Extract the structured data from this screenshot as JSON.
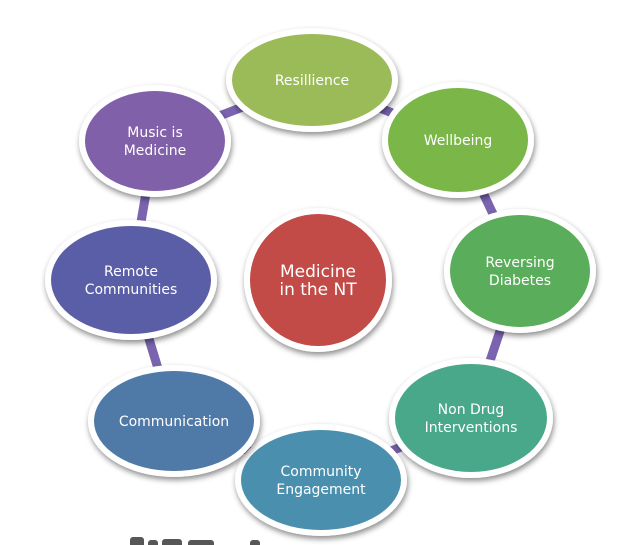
{
  "diagram": {
    "center": {
      "lines": [
        "Medicine",
        "in the NT"
      ],
      "color": "#c24a47"
    },
    "ring_color": "#7a64b0",
    "nodes": [
      {
        "id": "resillience",
        "lines": [
          "Resillience"
        ],
        "color": "#9bbb59"
      },
      {
        "id": "wellbeing",
        "lines": [
          "Wellbeing"
        ],
        "color": "#7ab648"
      },
      {
        "id": "reversing-diabetes",
        "lines": [
          "Reversing",
          "Diabetes"
        ],
        "color": "#5aad5a"
      },
      {
        "id": "non-drug-interventions",
        "lines": [
          "Non Drug",
          "Interventions"
        ],
        "color": "#4aa88a"
      },
      {
        "id": "community-engagement",
        "lines": [
          "Community",
          "Engagement"
        ],
        "color": "#4a8fae"
      },
      {
        "id": "communication",
        "lines": [
          "Communication"
        ],
        "color": "#4f79a7"
      },
      {
        "id": "remote-communities",
        "lines": [
          "Remote",
          "Communities"
        ],
        "color": "#5a5ea6"
      },
      {
        "id": "music-is-medicine",
        "lines": [
          "Music is",
          "Medicine"
        ],
        "color": "#8060a8"
      }
    ]
  }
}
